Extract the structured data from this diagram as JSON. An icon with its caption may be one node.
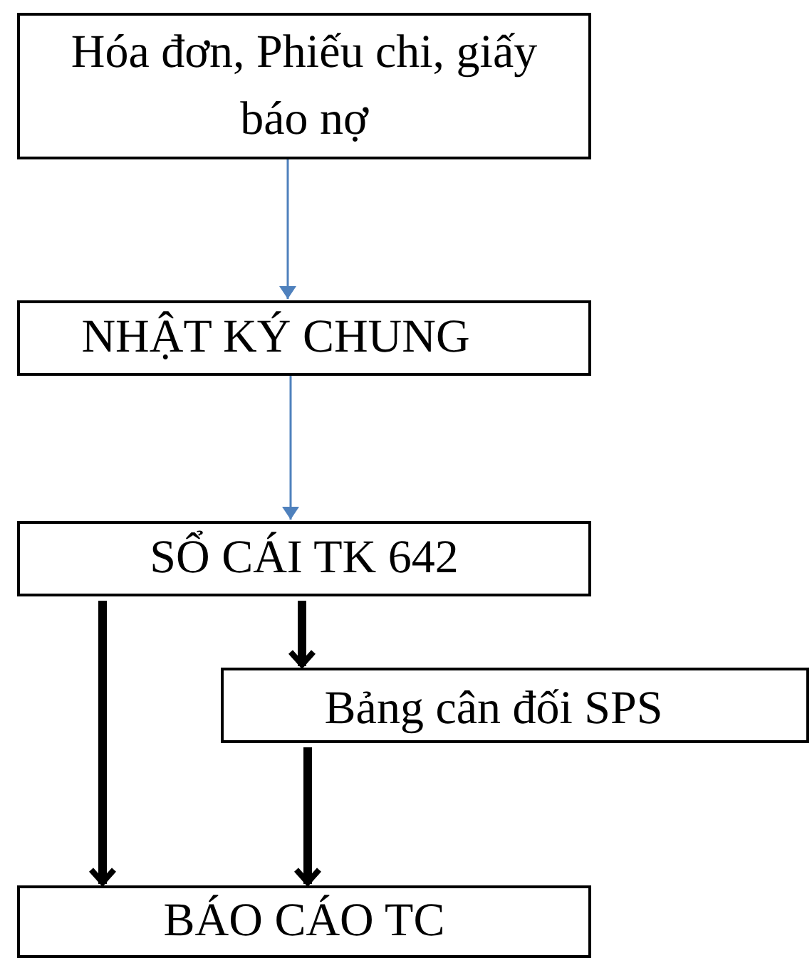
{
  "diagram": {
    "nodes": [
      {
        "text": [
          "Hóa đơn, Phiếu chi, giấy báo nợ"
        ]
      },
      {
        "text": [
          "NHẬT KÝ CHUNG"
        ]
      },
      {
        "text": [
          "SỔ CÁI TK 642"
        ]
      },
      {
        "text": [
          "Bảng cân đối SPS"
        ]
      },
      {
        "text": [
          "BÁO CÁO TC"
        ]
      }
    ],
    "edges": [
      {
        "from": 0,
        "to": 1,
        "arrow": "to",
        "color": "#4f81bd"
      },
      {
        "from": 1,
        "to": 2,
        "arrow": "to",
        "color": "#4f81bd"
      },
      {
        "from": 2,
        "to": 4,
        "arrow": "to"
      },
      {
        "from": 2,
        "to": 3,
        "arrow": "to"
      },
      {
        "from": 3,
        "to": 4,
        "arrow": "to"
      }
    ]
  }
}
